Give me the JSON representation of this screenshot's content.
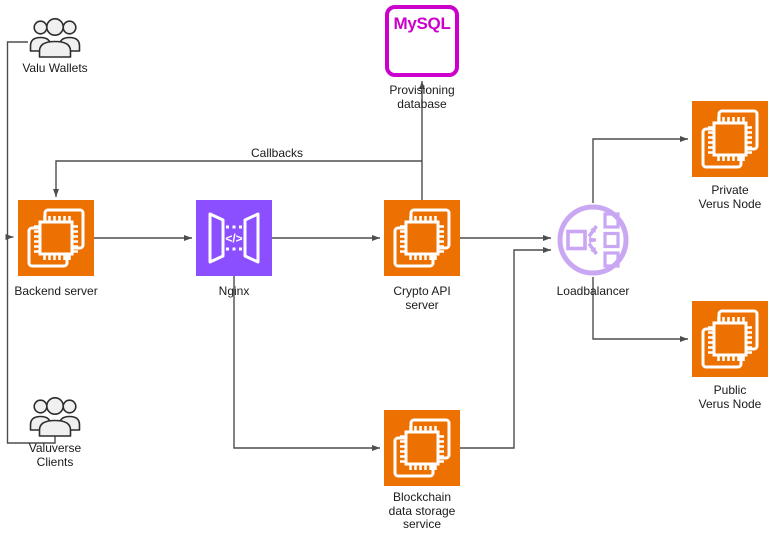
{
  "nodes": {
    "valu_wallets": {
      "label": "Valu Wallets"
    },
    "valuverse_clients": {
      "lines": [
        "Valuverse",
        "Clients"
      ]
    },
    "backend_server": {
      "label": "Backend server"
    },
    "nginx": {
      "label": "Nginx",
      "glyph": "</>"
    },
    "crypto_api_server": {
      "lines": [
        "Crypto API",
        "server"
      ]
    },
    "mysql": {
      "logo": "MySQL",
      "lines": [
        "Provisioning",
        "database"
      ]
    },
    "loadbalancer": {
      "label": "Loadbalancer"
    },
    "private_verus_node": {
      "lines": [
        "Private",
        "Verus Node"
      ]
    },
    "public_verus_node": {
      "lines": [
        "Public",
        "Verus Node"
      ]
    },
    "blockchain_storage": {
      "lines": [
        "Blockchain",
        "data storage",
        "service"
      ]
    }
  },
  "edges": {
    "callbacks": "Callbacks"
  },
  "icons": {
    "valu_wallets": "users-icon",
    "valuverse_clients": "users-icon",
    "backend_server": "server-chip-icon",
    "nginx": "api-gateway-icon",
    "crypto_api_server": "server-chip-icon",
    "mysql": "mysql-box-icon",
    "loadbalancer": "load-balancer-icon",
    "private_verus_node": "server-chip-icon",
    "public_verus_node": "server-chip-icon",
    "blockchain_storage": "server-chip-icon"
  },
  "colors": {
    "server_orange": "#ED7100",
    "nginx_purple": "#8C4FFF",
    "loadbalancer_purple": "#C9A7F3",
    "mysql_magenta": "#CC00CC",
    "line_gray": "#4D4D4D",
    "users_fill": "#F0F0F0",
    "users_stroke": "#2D2D2D",
    "text_color": "#1A1A1A",
    "background": "#FFFFFF"
  }
}
